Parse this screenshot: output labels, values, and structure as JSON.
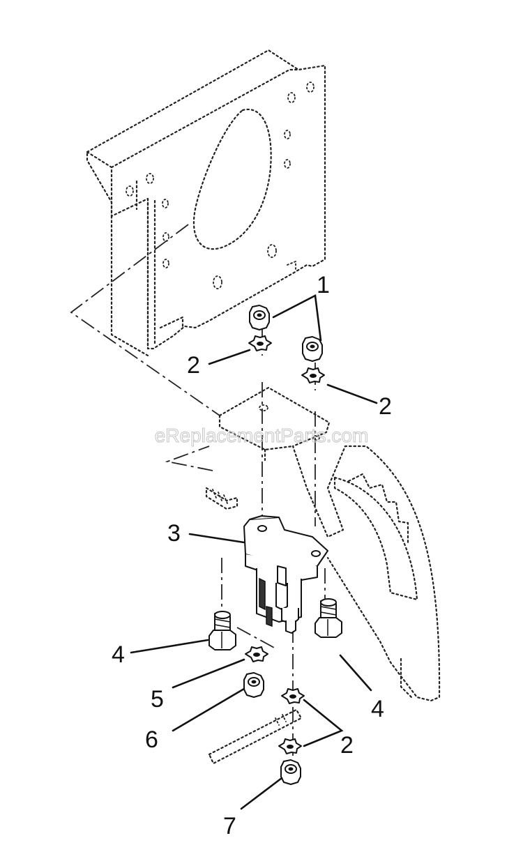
{
  "watermark": "eReplacementParts.com",
  "callouts": [
    {
      "id": "c1",
      "label": "1"
    },
    {
      "id": "c2a",
      "label": "2"
    },
    {
      "id": "c2b",
      "label": "2"
    },
    {
      "id": "c2c",
      "label": "2"
    },
    {
      "id": "c3",
      "label": "3"
    },
    {
      "id": "c4a",
      "label": "4"
    },
    {
      "id": "c4b",
      "label": "4"
    },
    {
      "id": "c5",
      "label": "5"
    },
    {
      "id": "c6",
      "label": "6"
    },
    {
      "id": "c7",
      "label": "7"
    }
  ],
  "colors": {
    "line": "#111111",
    "watermark": "#c8c8c8",
    "background": "#ffffff"
  }
}
